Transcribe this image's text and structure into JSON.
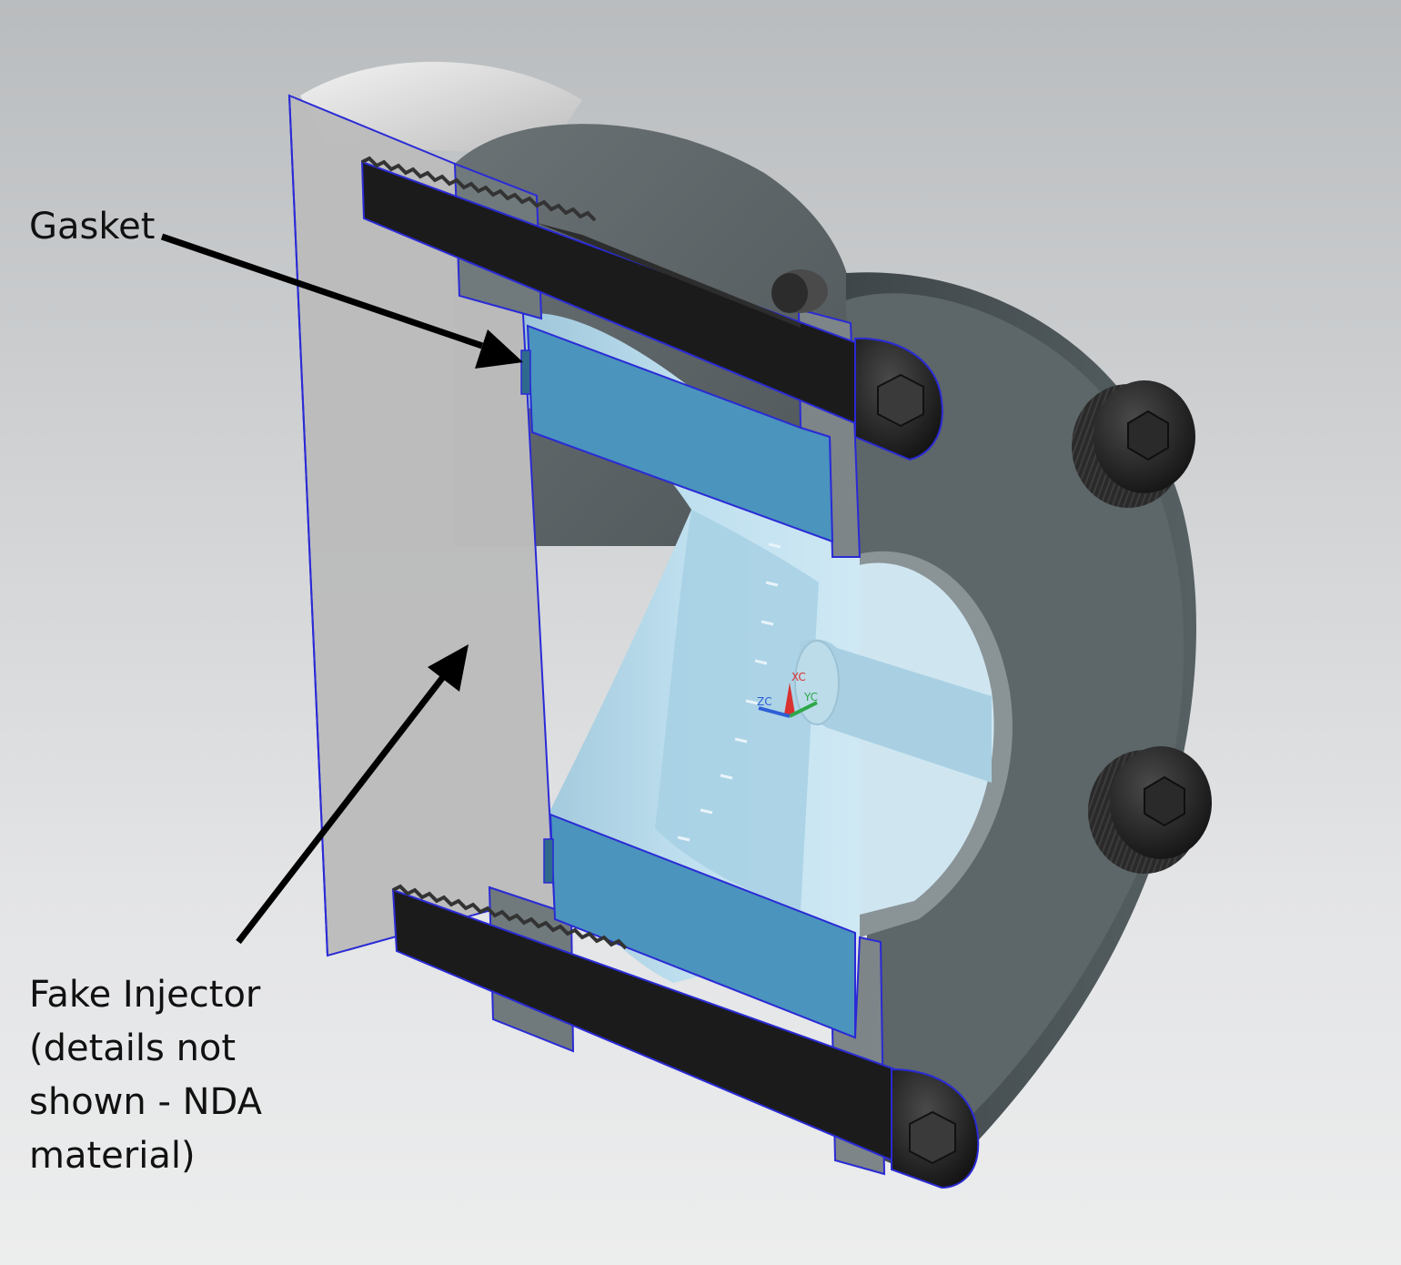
{
  "callouts": {
    "gasket": "Gasket",
    "injector": "Fake Injector\n(details not\nshown - NDA\nmaterial)"
  },
  "triad": {
    "x": "XC",
    "y": "YC",
    "z": "ZC"
  },
  "colors": {
    "background": "#d3d5d7",
    "flange": "#5b6366",
    "injector": "#bcbcbc",
    "gasket": "#4a94bd",
    "bore": "#b9dced",
    "bolt": "#1c1c1c",
    "section_edge": "#2a2ad6",
    "axis_x": "#d93030",
    "axis_y": "#2ea84a",
    "axis_z": "#2d5fd6"
  }
}
